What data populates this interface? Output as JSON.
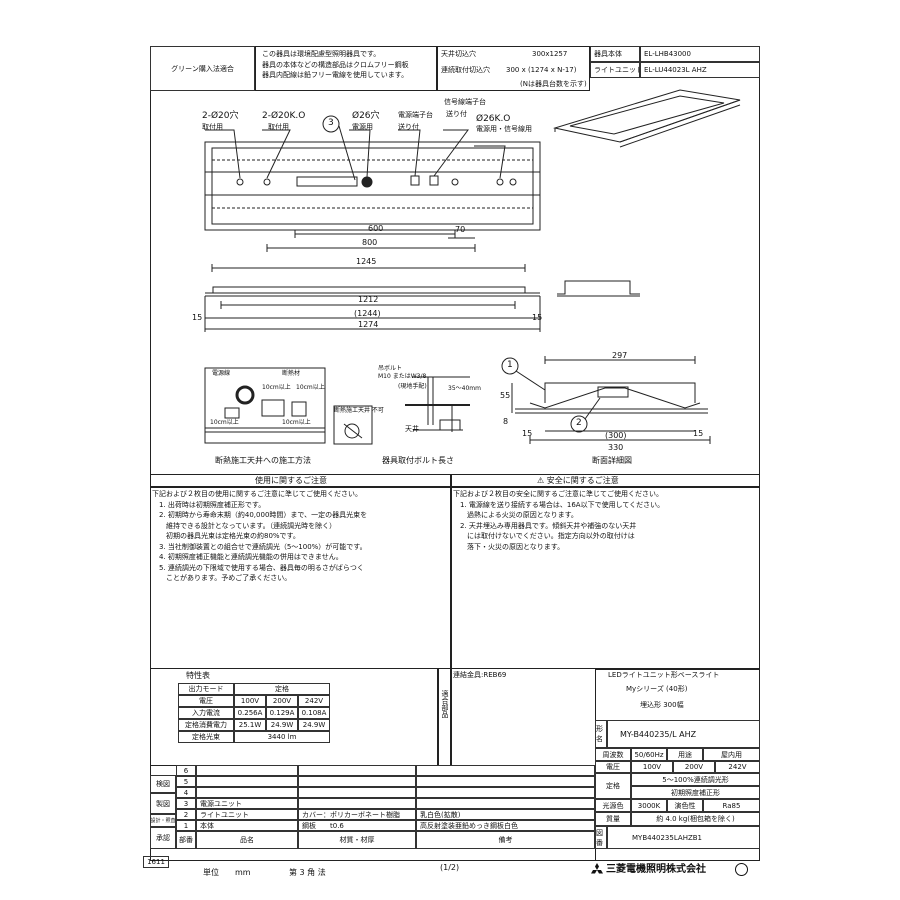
{
  "header": {
    "green_purchase": "グリーン購入法適合",
    "notes": [
      "この器具は環境配慮型照明器具です。",
      "器具の本体などの構造部品はクロムフリー鋼板",
      "器具内配線は鉛フリー電線を使用しています。"
    ],
    "ceiling_cutout_label": "天井切込穴",
    "ceiling_cutout_value": "300x1257",
    "continuous_label": "連続取付切込穴",
    "continuous_value": "300 x (1274 x N-17)",
    "n_note": "(Nは器具台数を示す)",
    "body_label": "器具本体",
    "body_value": "EL-LHB43000",
    "light_unit_label": "ライトユニット",
    "light_unit_value": "EL-LU44023L AHZ"
  },
  "drawing": {
    "label_hole20": "2-Ø20穴",
    "label_hole20_sub": "取付用",
    "label_ko20": "2-Ø20K.O",
    "label_ko20_sub": "取付用",
    "label_26hole": "Ø26穴",
    "label_26hole_sub": "電源用",
    "label_power_terminal": "電源端子台",
    "label_power_terminal_sub": "送り付",
    "label_signal_terminal": "信号線端子台",
    "label_signal_terminal_sub": "送り付",
    "label_ko26": "Ø26K.O",
    "label_ko26_sub": "電源用・信号線用",
    "callout_3": "3",
    "dim_600": "600",
    "dim_800": "800",
    "dim_70": "70",
    "dim_1245": "1245",
    "dim_1212": "1212",
    "dim_1244": "(1244)",
    "dim_1274": "1274",
    "dim_15a": "15",
    "dim_15b": "15",
    "dim_297": "297",
    "dim_55": "55",
    "dim_8": "8",
    "dim_300": "(300)",
    "dim_330": "330",
    "dim_15c": "15",
    "dim_15d": "15",
    "callout_1": "1",
    "callout_2": "2",
    "section_title": "断面詳細図",
    "insulation_title": "断熱施工天井への施工方法",
    "insulation_lbl1": "電源線",
    "insulation_lbl2": "断熱材",
    "insulation_lbl3": "10cm以上",
    "insulation_lbl4": "10cm以上",
    "insulation_lbl5": "10cm以上",
    "insulation_lbl6": "10cm以上",
    "insulation_note": "断熱施工天井 不可",
    "bolt_title": "器具取付ボルト長さ",
    "bolt_lbl1": "吊ボルト",
    "bolt_lbl2": "M10 またはW3/8",
    "bolt_lbl3": "(現地手配)",
    "bolt_lbl4": "天井",
    "bolt_dim": "35～40mm"
  },
  "usage": {
    "title": "使用に関するご注意",
    "lines": [
      "下記および２枚目の使用に関するご注意に準じてご使用ください。",
      "　1. 出荷時は初期照度補正形です。",
      "　2. 初期時から寿命末期（約40,000時間）まで、一定の器具光束を",
      "　　維持できる設計となっています。（連続調光時を除く）",
      "　　初期の器具光束は定格光束の約80%です。",
      "　3. 当社制御装置との組合せで連続調光（5～100%）が可能です。",
      "　4. 初期照度補正機能と連続調光機能の併用はできません。",
      "　5. 連続調光の下限域で使用する場合、器具毎の明るさがばらつく",
      "　　ことがあります。予めご了承ください。"
    ]
  },
  "safety": {
    "title": "安全に関するご注意",
    "lines": [
      "下記および２枚目の安全に関するご注意に準じてご使用ください。",
      "　1. 電源線を送り接続する場合は、16A以下で使用してください。",
      "　　過熱による火災の原因となります。",
      "　2. 天井埋込み専用器具です。傾斜天井や補強のない天井",
      "　　には取付けないでください。指定方向以外の取付けは",
      "　　落下・火災の原因となります。"
    ]
  },
  "specs": {
    "title": "特性表",
    "output_mode": "出力モード",
    "rated": "定格",
    "voltage_label": "電圧",
    "voltages": [
      "100V",
      "200V",
      "242V"
    ],
    "current_label": "入力電流",
    "currents": [
      "0.256A",
      "0.129A",
      "0.108A"
    ],
    "power_label": "定格消費電力",
    "powers": [
      "25.1W",
      "24.9W",
      "24.9W"
    ],
    "flux_label": "定格光束",
    "flux_value": "3440 lm"
  },
  "accessory": {
    "label": "適合部品",
    "value": "連結金具:REB69"
  },
  "product": {
    "line1": "LEDライトユニット形ベースライト",
    "line2": "Myシリーズ (40形)",
    "line3": "埋込形 300幅",
    "model_label": "形名",
    "model_value": "MY-B440235/L AHZ",
    "freq_label": "周波数",
    "freq_value": "50/60Hz",
    "use_label": "用途",
    "use_value": "屋内用",
    "voltage_label": "電圧",
    "voltages": [
      "100V",
      "200V",
      "242V"
    ],
    "rated_label": "定格",
    "rated_line1": "5～100%連続調光形",
    "rated_line2": "初期照度補正形",
    "color_label": "光源色",
    "color_value": "3000K",
    "cri_label": "演色性",
    "cri_value": "Ra85",
    "mass_label": "質量",
    "mass_value": "約 4.0 kg(梱包箱を除く)",
    "drawing_no_label": "図番",
    "drawing_no_value": "MYB440235LAHZB1"
  },
  "parts": {
    "side_labels": [
      "検図",
      "製図",
      "設計・照査",
      "承認"
    ],
    "rows": [
      {
        "no": "6",
        "name": "",
        "material": "",
        "note": ""
      },
      {
        "no": "5",
        "name": "",
        "material": "",
        "note": ""
      },
      {
        "no": "4",
        "name": "",
        "material": "",
        "note": ""
      },
      {
        "no": "3",
        "name": "電源ユニット",
        "material": "",
        "note": ""
      },
      {
        "no": "2",
        "name": "ライトユニット",
        "material": "カバー：ポリカーボネート樹脂",
        "note": "乳白色(拡散)"
      },
      {
        "no": "1",
        "name": "本体",
        "material": "鋼板　　t0.6",
        "note": "高反射塗装亜鉛めっき鋼板白色"
      }
    ],
    "header_no": "部番",
    "header_name": "品名",
    "header_material": "材質・材厚",
    "header_note": "備考"
  },
  "footer": {
    "sheet_no": "1611",
    "unit_label": "単位",
    "unit_value": "mm",
    "projection": "第 3 角 法",
    "page": "(1/2)",
    "company": "三菱電機照明株式会社"
  }
}
